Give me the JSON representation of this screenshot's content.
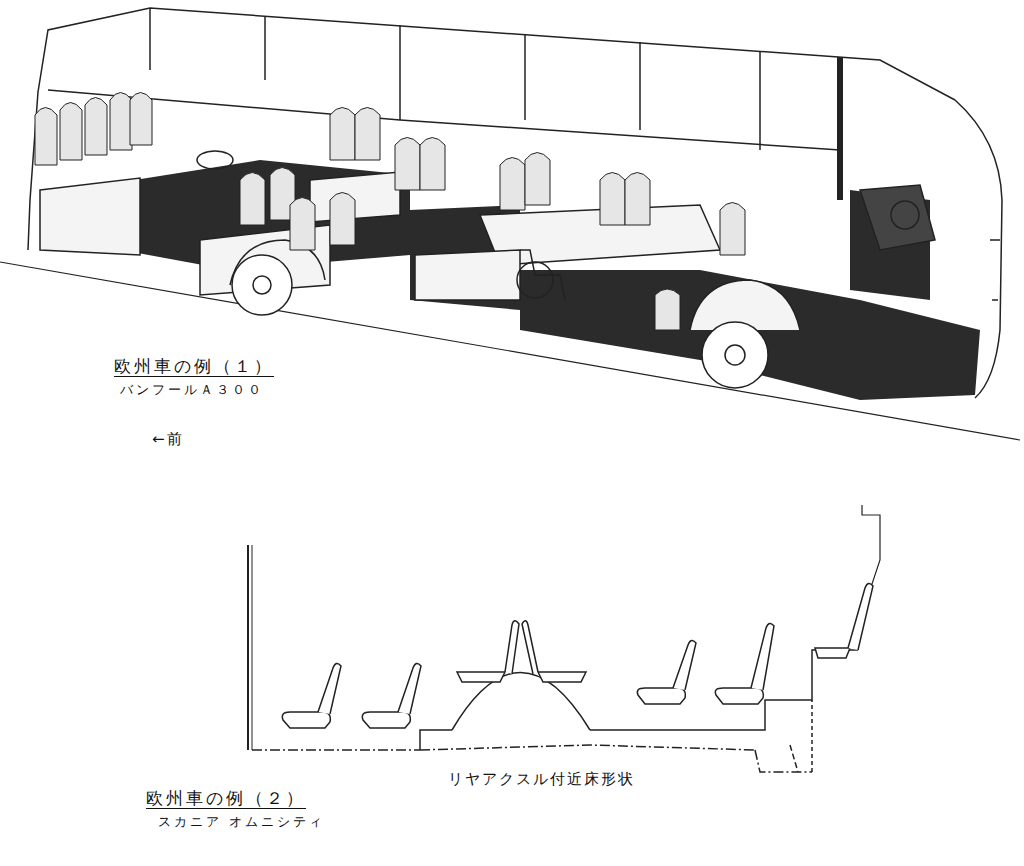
{
  "diagram": {
    "labels": [
      "欧州車の例（１）",
      "バンフールＡ３００",
      "←前",
      "リヤアクスル付近床形状",
      "欧州車の例（２）",
      "スカニア オムニシティ"
    ]
  }
}
